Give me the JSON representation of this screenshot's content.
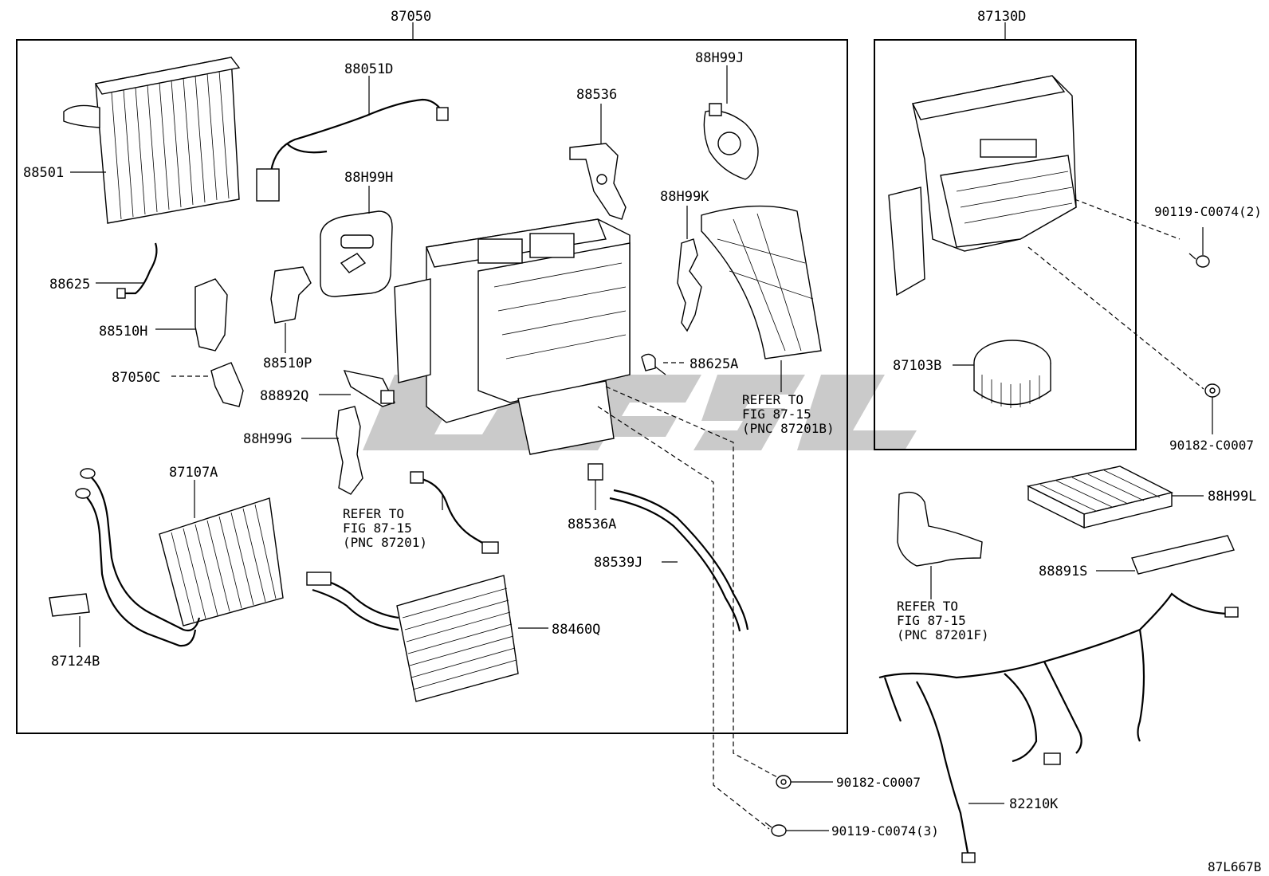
{
  "diagram_id": "87L667B",
  "assemblies": [
    {
      "id": "main",
      "number": "87050"
    },
    {
      "id": "blower",
      "number": "87130D"
    }
  ],
  "parts": {
    "p88501": "88501",
    "p88051D": "88051D",
    "p88H99H": "88H99H",
    "p88536": "88536",
    "p88H99J": "88H99J",
    "p88H99K": "88H99K",
    "p88625": "88625",
    "p88510H": "88510H",
    "p88510P": "88510P",
    "p87050C": "87050C",
    "p88892Q": "88892Q",
    "p88H99G": "88H99G",
    "p88625A": "88625A",
    "p87107A": "87107A",
    "p88536A": "88536A",
    "p88539J": "88539J",
    "p88460Q": "88460Q",
    "p87124B": "87124B",
    "p87103B": "87103B",
    "p90119_2": "90119-C0074(2)",
    "p90182_top": "90182-C0007",
    "p88H99L": "88H99L",
    "p88891S": "88891S",
    "p90182_bot": "90182-C0007",
    "p82210K": "82210K",
    "p90119_3": "90119-C0074(3)"
  },
  "refers": {
    "r1": [
      "REFER TO",
      "FIG 87-15",
      "(PNC 87201B)"
    ],
    "r2": [
      "REFER TO",
      "FIG 87-15",
      "(PNC 87201)"
    ],
    "r3": [
      "REFER TO",
      "FIG 87-15",
      "(PNC 87201F)"
    ]
  }
}
